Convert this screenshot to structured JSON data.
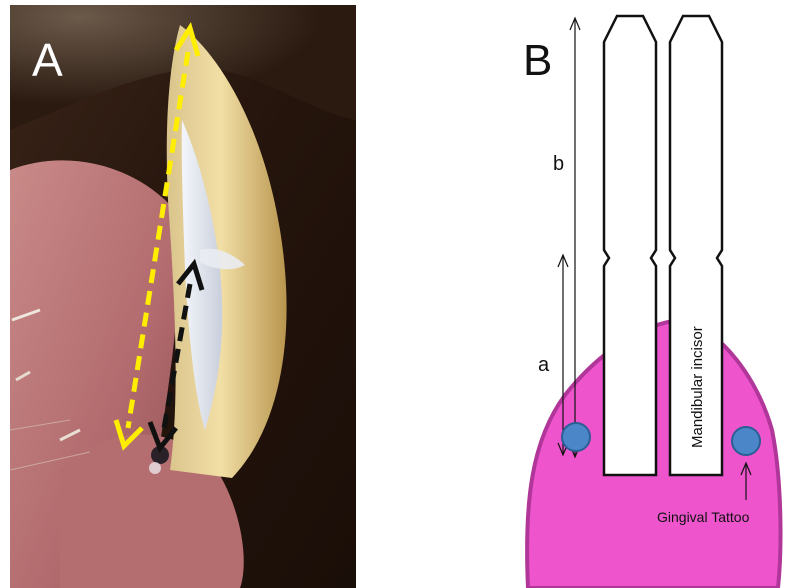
{
  "panel_a": {
    "label": "A"
  },
  "panel_b": {
    "label": "B",
    "label_a": "a",
    "label_b": "b",
    "incisor_label": "Mandibular incisor",
    "tattoo_label": "Gingival Tattoo"
  },
  "colors": {
    "yellow_arrow": "#ffee00",
    "black_arrow": "#111111",
    "gingiva": "#ee55cc",
    "gingiva_edge": "#b0369a",
    "tattoo": "#4a86c8",
    "tattoo_edge": "#2b5f95"
  }
}
